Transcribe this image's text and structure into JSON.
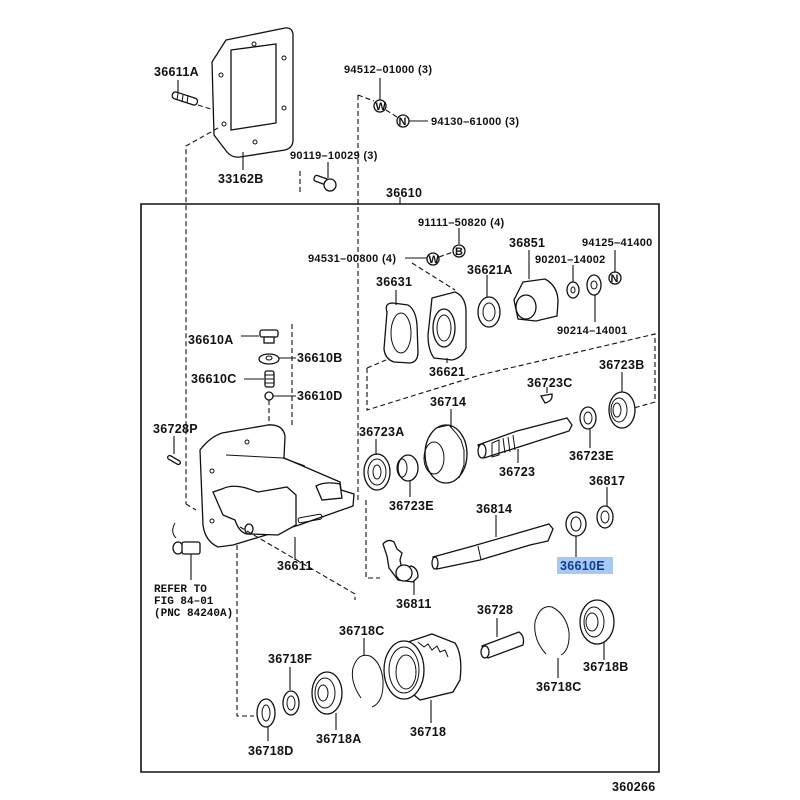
{
  "diagram": {
    "title_part": "36610",
    "figure_code": "360266",
    "highlighted_part": "36610E",
    "highlight_color": "#a9c8f5",
    "parts": {
      "p36611A": "36611A",
      "p33162B": "33162B",
      "p94512": "94512–01000 (3)",
      "p94130": "94130–61000 (3)",
      "p90119": "90119–10029 (3)",
      "p36610": "36610",
      "p91111": "91111–50820 (4)",
      "p94531": "94531–00800 (4)",
      "p36851": "36851",
      "p94125": "94125–41400",
      "p90201": "90201–14002",
      "p36621A": "36621A",
      "p36631": "36631",
      "p90214": "90214–14001",
      "p36621": "36621",
      "p36610A": "36610A",
      "p36610B": "36610B",
      "p36610C": "36610C",
      "p36610D": "36610D",
      "p36723B": "36723B",
      "p36723C": "36723C",
      "p36714": "36714",
      "p36728P": "36728P",
      "p36723A": "36723A",
      "p36723E_1": "36723E",
      "p36723E_2": "36723E",
      "p36723": "36723",
      "p36817": "36817",
      "p36814": "36814",
      "p36610E": "36610E",
      "p36611": "36611",
      "p36811": "36811",
      "p36728": "36728",
      "p36718C_1": "36718C",
      "p36718C_2": "36718C",
      "p36718F": "36718F",
      "p36718B": "36718B",
      "p36718": "36718",
      "p36718A": "36718A",
      "p36718D": "36718D"
    },
    "reference_note": {
      "line1": "REFER TO",
      "line2": "FIG 84–01",
      "line3": "(PNC 84240A)"
    },
    "fastener_markers": {
      "washer": "W",
      "nut": "N",
      "bolt": "B"
    }
  }
}
